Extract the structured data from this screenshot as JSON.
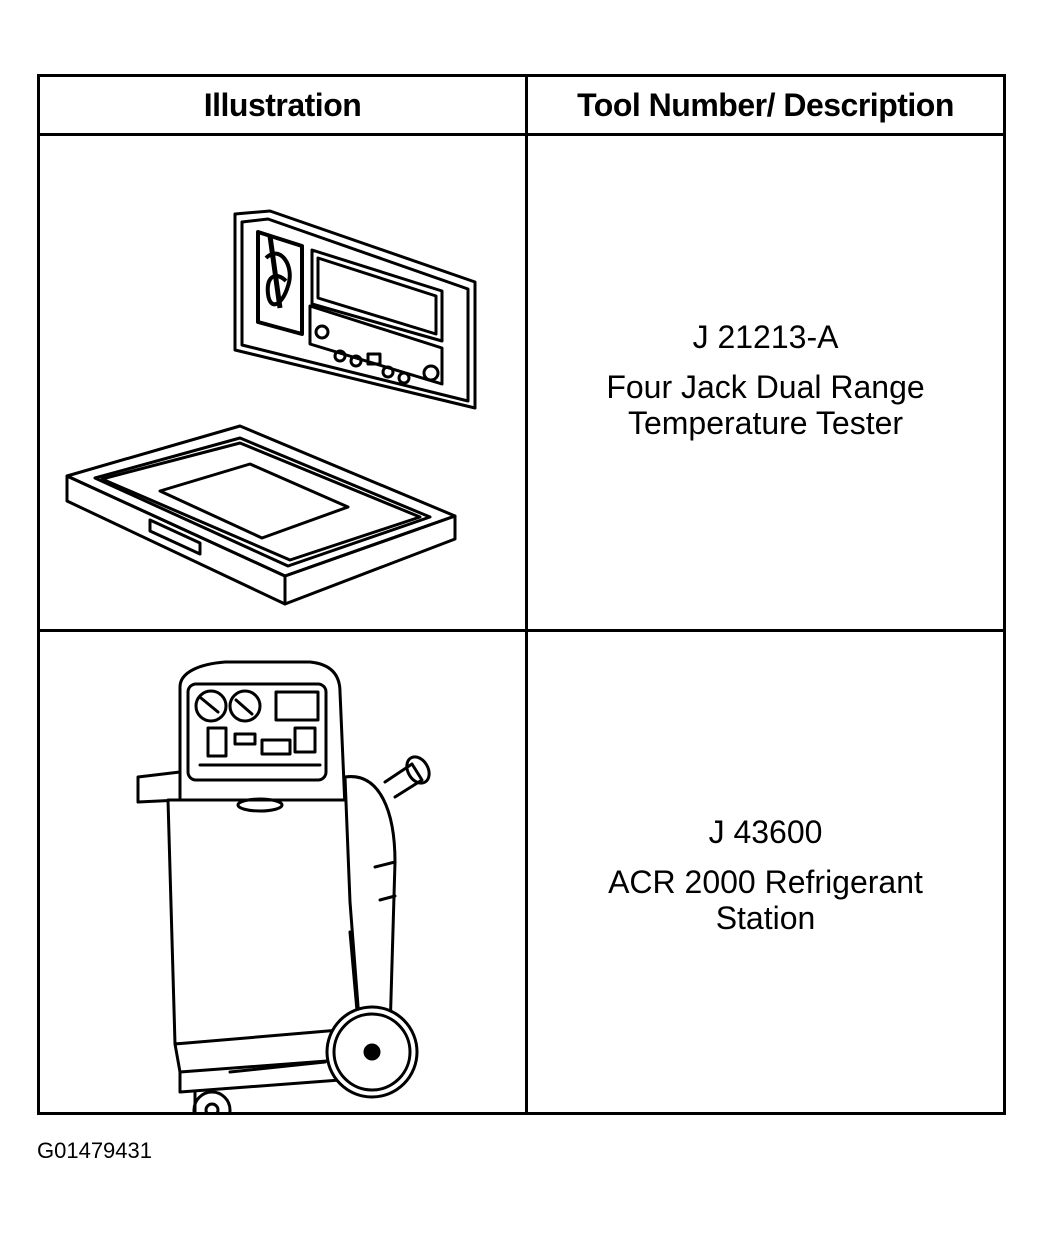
{
  "table": {
    "headers": {
      "illustration": "Illustration",
      "tool": "Tool Number/ Description"
    },
    "rows": [
      {
        "number": "J 21213-A",
        "description_line1": "Four Jack Dual Range",
        "description_line2": "Temperature Tester",
        "illustration_icon": "temperature-tester-case-icon"
      },
      {
        "number": "J 43600",
        "description_line1": "ACR 2000 Refrigerant",
        "description_line2": "Station",
        "illustration_icon": "refrigerant-station-cart-icon"
      }
    ]
  },
  "figure_id": "G01479431"
}
